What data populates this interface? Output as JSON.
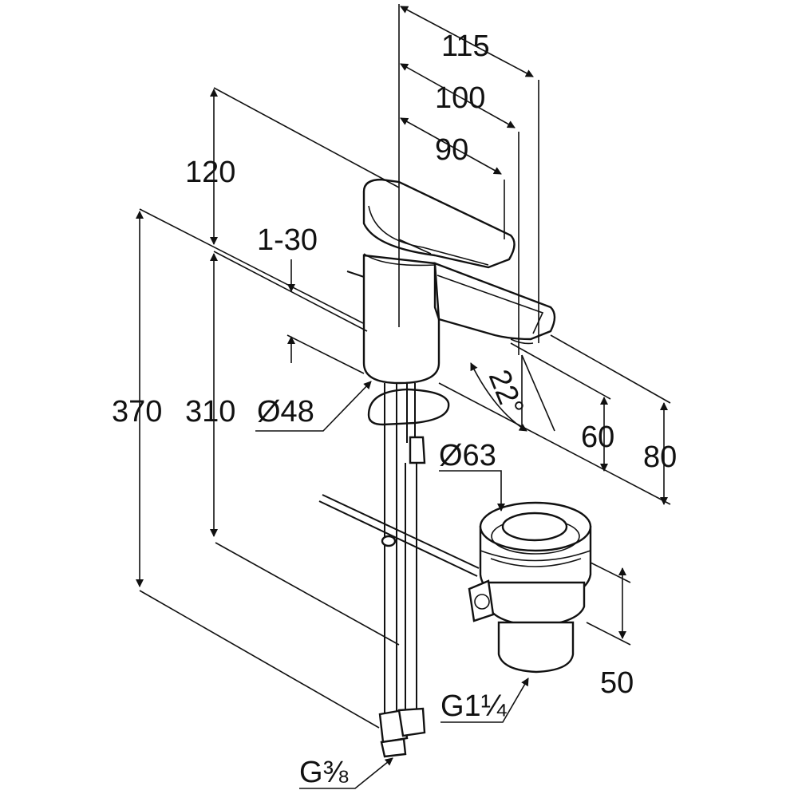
{
  "drawing": {
    "dimensions": {
      "d115": "115",
      "d100": "100",
      "d90": "90",
      "d120": "120",
      "d1_30": "1-30",
      "d370": "370",
      "d310": "310",
      "dia48": "Ø48",
      "angle22": "22°",
      "d60": "60",
      "d80": "80",
      "dia63": "Ø63",
      "d50": "50",
      "g1_1_4": "G1¼",
      "g3_8": "G⅜"
    }
  }
}
